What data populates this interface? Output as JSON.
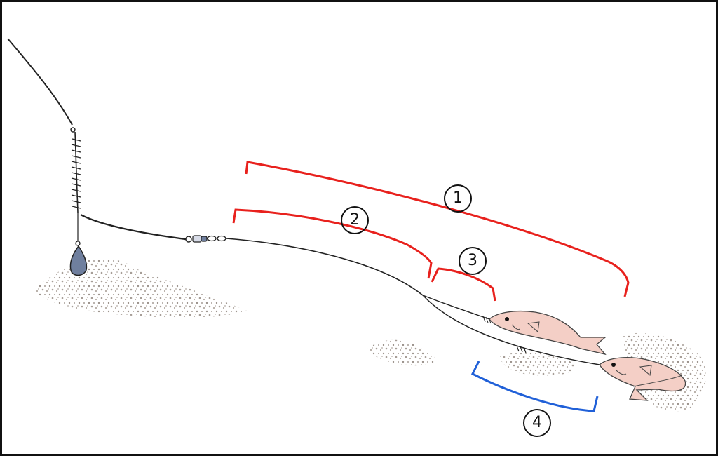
{
  "diagram": {
    "labels": [
      {
        "id": "1",
        "text": "1",
        "bracket_color": "#e8211d"
      },
      {
        "id": "2",
        "text": "2",
        "bracket_color": "#e8211d"
      },
      {
        "id": "3",
        "text": "3",
        "bracket_color": "#e8211d"
      },
      {
        "id": "4",
        "text": "4",
        "bracket_color": "#2060d8"
      }
    ],
    "colors": {
      "line": "#222222",
      "sinker": "#6f7f9e",
      "bait": "#f4cfc6",
      "sand": "#a69d96"
    }
  }
}
